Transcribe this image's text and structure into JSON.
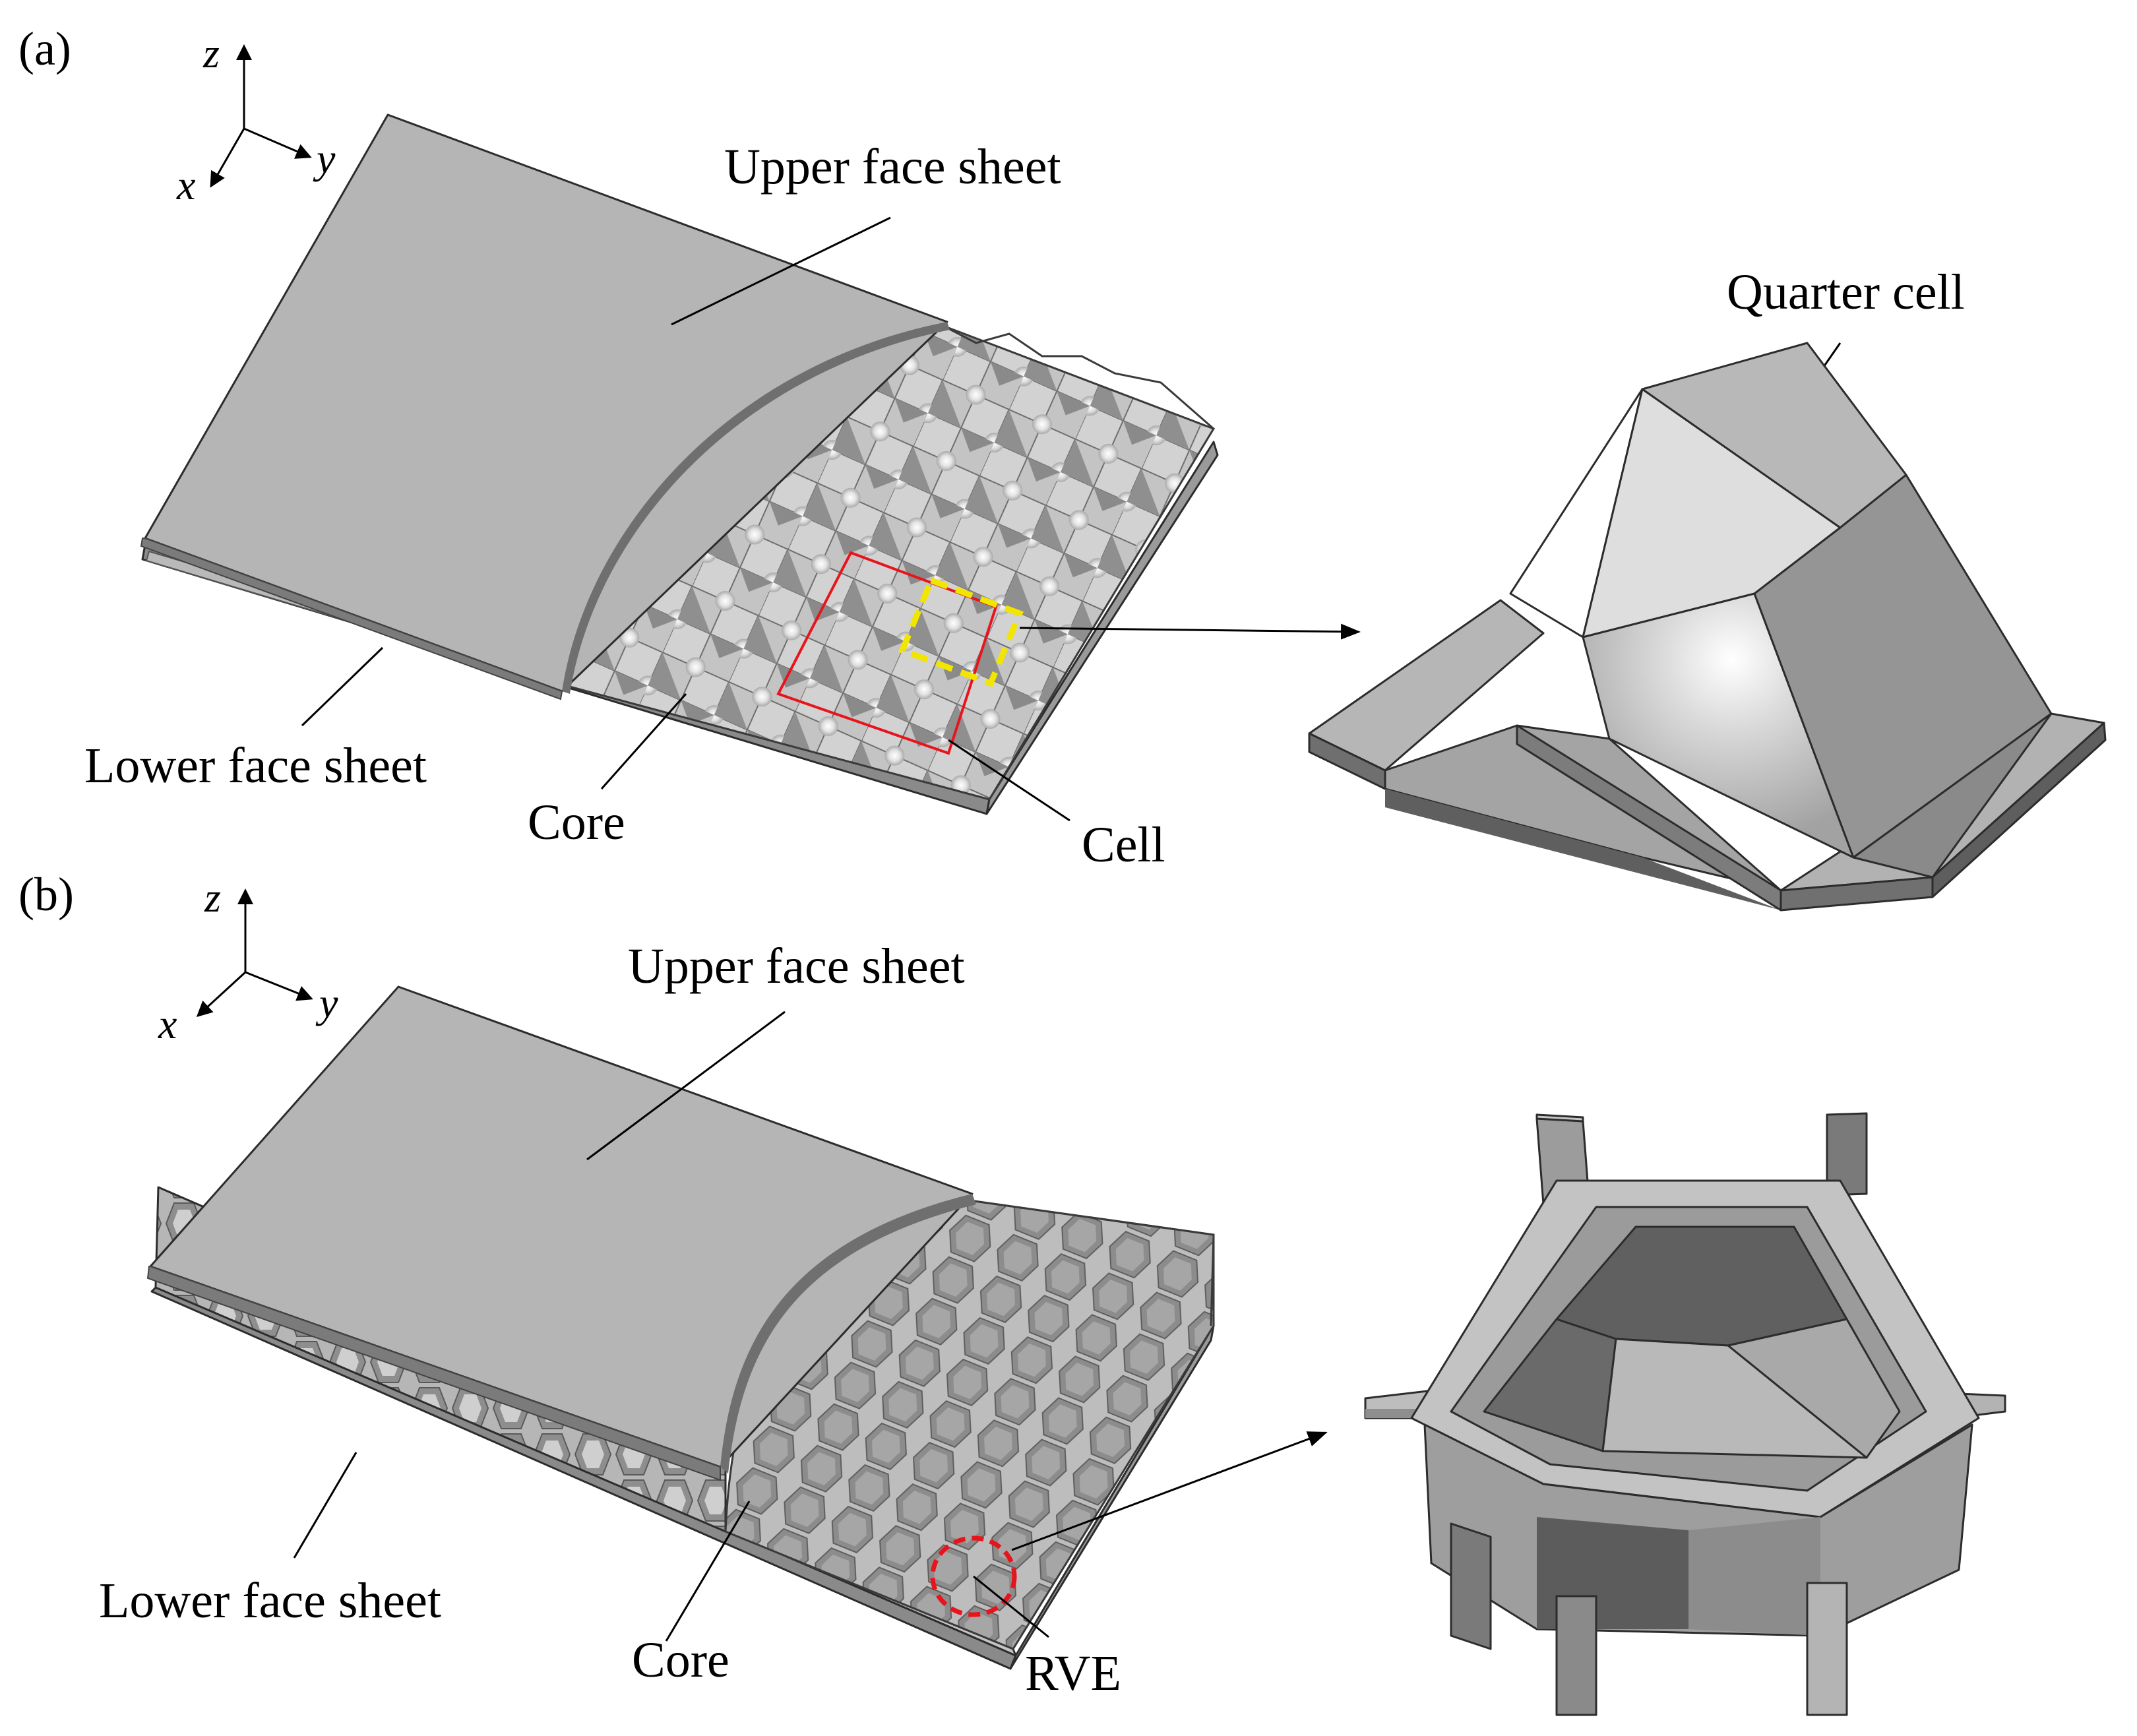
{
  "panels": {
    "a": {
      "tag": "(a)",
      "axes": {
        "x": "x",
        "y": "y",
        "z": "z"
      },
      "labels": {
        "upper": "Upper face sheet",
        "lower": "Lower face sheet",
        "core": "Core",
        "cell": "Cell",
        "quarter": "Quarter cell"
      }
    },
    "b": {
      "tag": "(b)",
      "axes": {
        "x": "x",
        "y": "y",
        "z": "z"
      },
      "labels": {
        "upper": "Upper face sheet",
        "lower": "Lower face sheet",
        "core": "Core",
        "rve": "RVE"
      }
    }
  },
  "colors": {
    "sheet": "#b4b4b4",
    "sheet_edge": "#7e7e7e",
    "core_light": "#c9c9c9",
    "core_dark": "#7d7d7d",
    "highlight_red": "#e8141c",
    "highlight_yellow": "#f2e600"
  }
}
